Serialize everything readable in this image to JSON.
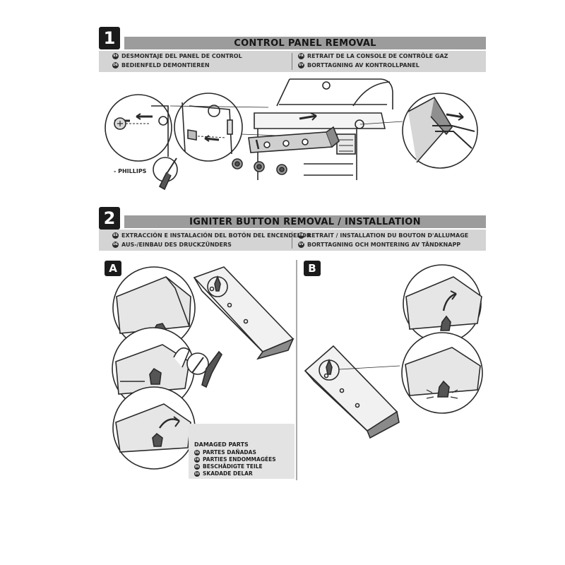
{
  "step1": {
    "number": "1",
    "title": "CONTROL PANEL REMOVAL",
    "translations": [
      {
        "code": "ES",
        "text": "DESMONTAJE DEL PANEL DE CONTROL"
      },
      {
        "code": "DE",
        "text": "BEDIENFELD DEMONTIEREN"
      },
      {
        "code": "FR",
        "text": "RETRAIT DE LA CONSOLE DE CONTRÔLE GAZ"
      },
      {
        "code": "SV",
        "text": "BORTTAGNING AV KONTROLLPANEL"
      }
    ],
    "tool_label": "- PHILLIPS"
  },
  "step2": {
    "number": "2",
    "title": "IGNITER BUTTON REMOVAL / INSTALLATION",
    "translations": [
      {
        "code": "ES",
        "text": "EXTRACCIÓN E INSTALACIÓN DEL BOTÓN DEL ENCENDEDOR"
      },
      {
        "code": "DE",
        "text": "AUS-/EINBAU DES DRUCKZÜNDERS"
      },
      {
        "code": "FR",
        "text": "RETRAIT / INSTALLATION DU BOUTON D'ALLUMAGE"
      },
      {
        "code": "SV",
        "text": "BORTTAGNING OCH MONTERING AV TÄNDKNAPP"
      }
    ],
    "panel_a": "A",
    "panel_b": "B",
    "damaged_parts": {
      "title": "DAMAGED PARTS",
      "items": [
        {
          "code": "ES",
          "text": "PARTES DAÑADAS"
        },
        {
          "code": "FR",
          "text": "PARTIES ENDOMMAGÉES"
        },
        {
          "code": "DE",
          "text": "BESCHÄDIGTE TEILE"
        },
        {
          "code": "SV",
          "text": "SKADADE DELAR"
        }
      ]
    }
  }
}
